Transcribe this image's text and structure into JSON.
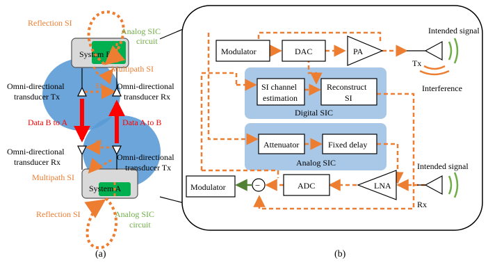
{
  "colors": {
    "orange": "#ED7D31",
    "green": "#6FAC46",
    "red": "#FF0000",
    "blue_ellipse": "#5B9BD5",
    "sic_panel": "#A9C8E8",
    "green_box": "#00B050",
    "gray_box": "#D9D9D9"
  },
  "panel_a": {
    "caption": "(a)",
    "reflection_si_top": "Reflection SI",
    "analog_sic_top_line1": "Analog SIC",
    "analog_sic_top_line2": "circuit",
    "system_b": "System B",
    "multipath_si_top": "Multipath SI",
    "tx_top_line1": "Omni-directional",
    "tx_top_line2": "transducer Tx",
    "rx_top_line1": "Omni-directional",
    "rx_top_line2": "transducer Rx",
    "si_top": "SI",
    "data_b_to_a": "Data B to A",
    "data_a_to_b": "Data A to B",
    "si_bottom": "SI",
    "rx_bottom_line1": "Omni-directional",
    "rx_bottom_line2": "transducer Rx",
    "tx_bottom_line1": "Omni-directional",
    "tx_bottom_line2": "transducer Tx",
    "multipath_si_bottom": "Multipath SI",
    "system_a": "System A",
    "reflection_si_bottom": "Reflection SI",
    "analog_sic_bottom_line1": "Analog SIC",
    "analog_sic_bottom_line2": "circuit"
  },
  "panel_b": {
    "caption": "(b)",
    "modulator_top": "Modulator",
    "dac": "DAC",
    "pa": "PA",
    "si_channel_line1": "SI channel",
    "si_channel_line2": "estimation",
    "reconstruct_line1": "Reconstruct",
    "reconstruct_line2": "SI",
    "digital_sic": "Digital SIC",
    "attenuator": "Attenuator",
    "fixed_delay": "Fixed delay",
    "analog_sic": "Analog SIC",
    "intended_signal_top": "Intended signal",
    "tx": "Tx",
    "interference": "Interference",
    "intended_signal_bottom": "Intended signal",
    "rx": "Rx",
    "modulator_bottom": "Modulator",
    "minus": "−",
    "adc": "ADC",
    "lna": "LNA"
  }
}
